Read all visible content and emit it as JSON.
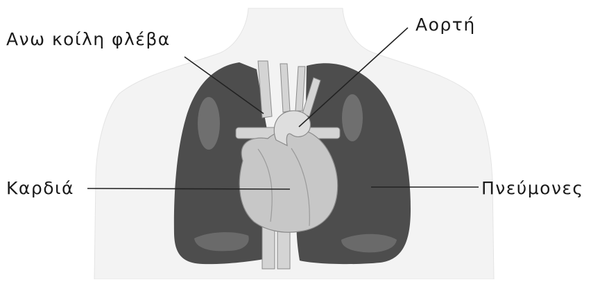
{
  "labels": {
    "superior_vena_cava": "Ανω κοίλη φλέβα",
    "aorta": "Αορτή",
    "heart": "Καρδιά",
    "lungs": "Πνεύμονες"
  },
  "colors": {
    "background": "#ffffff",
    "torso": "#f3f3f3",
    "lungs": "#4d4d4d",
    "lung_highlight": "#6f6f6f",
    "heart": "#c7c7c7",
    "vessels": "#d4d4d4",
    "outline": "#8a8a8a",
    "leader_line": "#222222",
    "text": "#1a1a1a"
  }
}
